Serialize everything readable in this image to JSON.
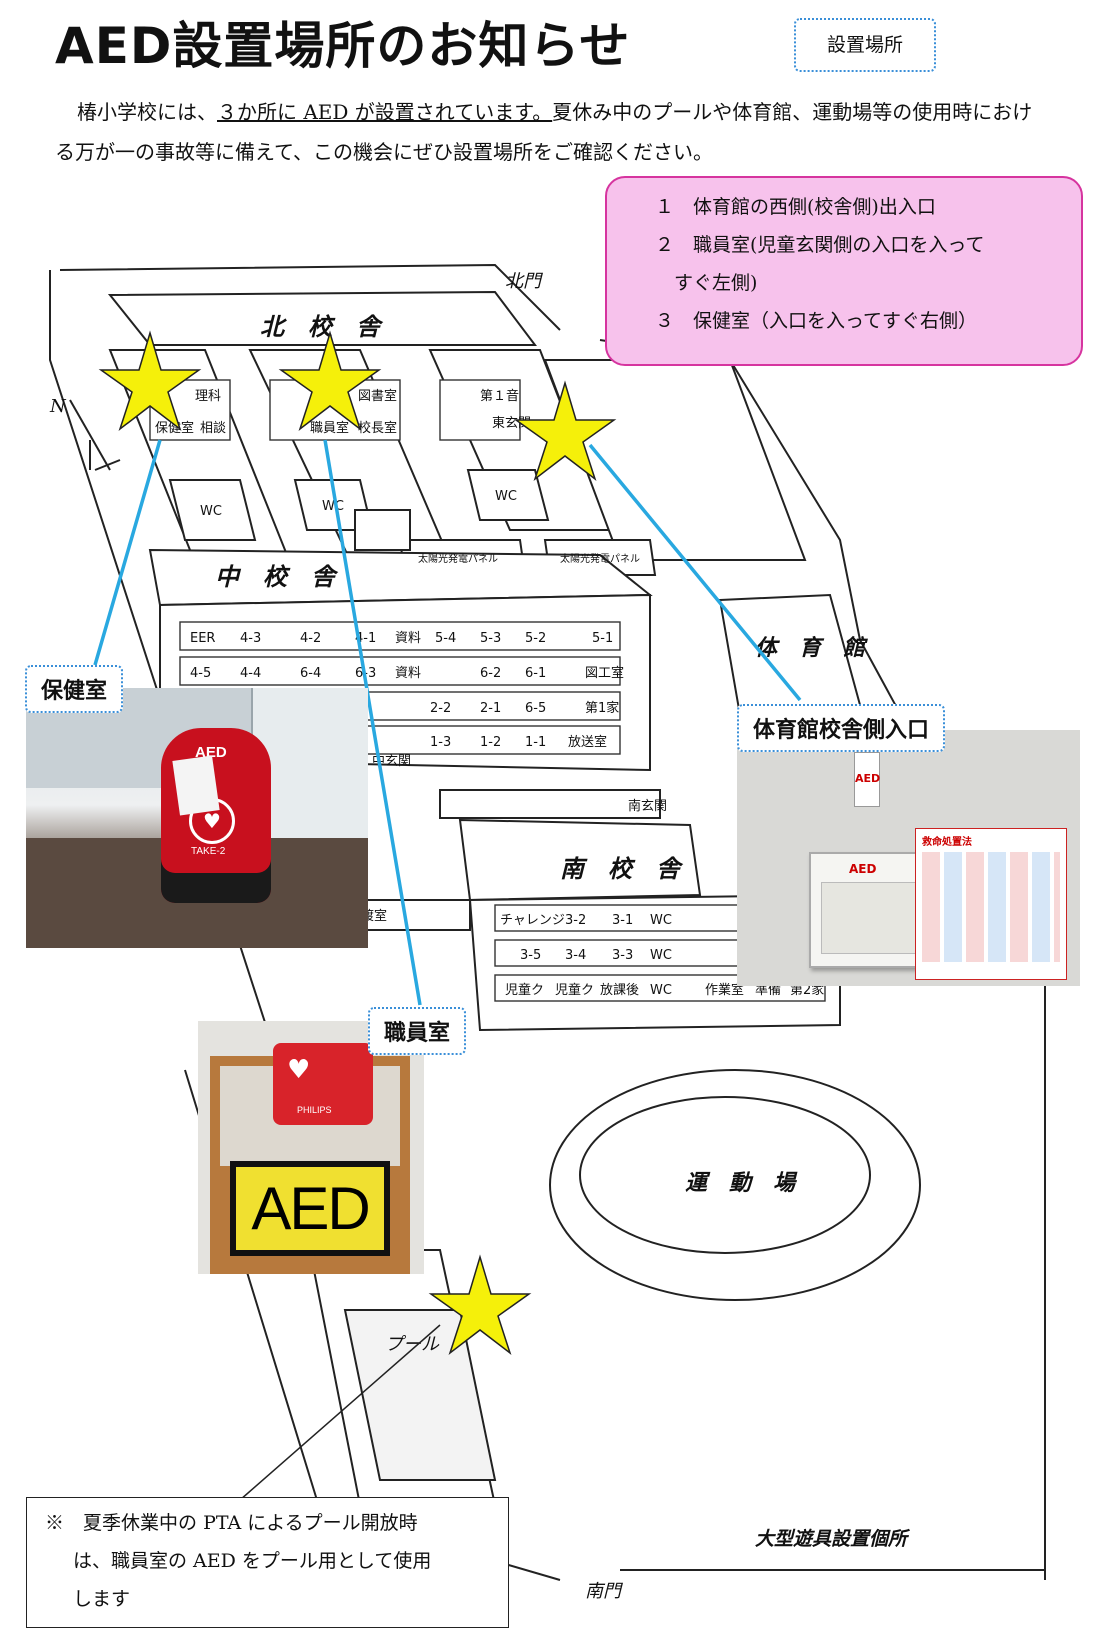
{
  "title": "AED設置場所のお知らせ",
  "location_tag": "設置場所",
  "intro": {
    "pre": "椿小学校には、",
    "underlined": "３か所に AED が設置されています。",
    "post": "夏休み中のプールや体育館、運動場等の使用時における万が一の事故等に備えて、この機会にぜひ設置場所をご確認ください。"
  },
  "locations_list": [
    "１　体育館の西側(校舎側)出入口",
    "２　職員室(児童玄関側の入口を入って",
    "　すぐ左側)",
    "３　保健室（入口を入ってすぐ右側）"
  ],
  "labels": {
    "hoken": "保健室",
    "taiiku": "体育館校舎側入口",
    "shokuin": "職員室"
  },
  "map": {
    "north_gate": "北門",
    "north_arrow": "N",
    "north_building": "北　校　舎",
    "middle_building": "中　校　舎",
    "south_building": "南　校　舎",
    "gym": "体　育　館",
    "field": "運　動　場",
    "pool": "プール",
    "south_gate": "南門",
    "big_equipment": "大型遊具設置個所",
    "east_entrance": "東玄関",
    "south_entrance": "南玄関",
    "middle_entrance": "中玄関",
    "kitchen": "給食受渡室",
    "solar_panel_1": "太陽光発電パネル",
    "solar_panel_2": "太陽光発電パネル",
    "wc": "WC",
    "north_rooms": [
      "保健室",
      "相談",
      "職員室",
      "校長室",
      "図書室",
      "東玄関",
      "第１音",
      "理科"
    ],
    "middle_rooms_row1": [
      "EER",
      "4-3",
      "4-2",
      "4-1",
      "資料",
      "5-4",
      "5-3",
      "5-2",
      "5-1"
    ],
    "middle_rooms_row2": [
      "4-5",
      "4-4",
      "6-4",
      "6-3",
      "資料",
      "6-2",
      "6-1",
      "図工室"
    ],
    "middle_rooms_row3": [
      "2-2",
      "2-1",
      "6-5",
      "第1家"
    ],
    "middle_rooms_row4": [
      "1-3",
      "1-2",
      "1-1",
      "放送室"
    ],
    "south_rooms_row1": [
      "チャレンジ",
      "3-2",
      "3-1",
      "WC"
    ],
    "south_rooms_row2": [
      "3-5",
      "3-4",
      "3-3",
      "WC"
    ],
    "south_rooms_row3": [
      "児童ク",
      "児童ク",
      "放課後",
      "WC",
      "作業室",
      "準備",
      "第2家"
    ]
  },
  "photo_texts": {
    "backpack_brand": "AED",
    "backpack_model": "TAKE-2",
    "cabinet_sign": "AED",
    "cabinet_device": "PHILIPS",
    "wall_sign": "AED",
    "wall_box": "AED",
    "wall_poster": "救命処置法"
  },
  "note": {
    "mark": "※",
    "line1": "夏季休業中の PTA によるプール開放時",
    "line2": "は、職員室の AED をプール用として使用",
    "line3": "します"
  },
  "colors": {
    "pink_fill": "#f7c2ec",
    "pink_border": "#d6349f",
    "star": "#f5f00a",
    "pointer_line": "#29a8e0",
    "label_border": "#3a8fd8"
  }
}
